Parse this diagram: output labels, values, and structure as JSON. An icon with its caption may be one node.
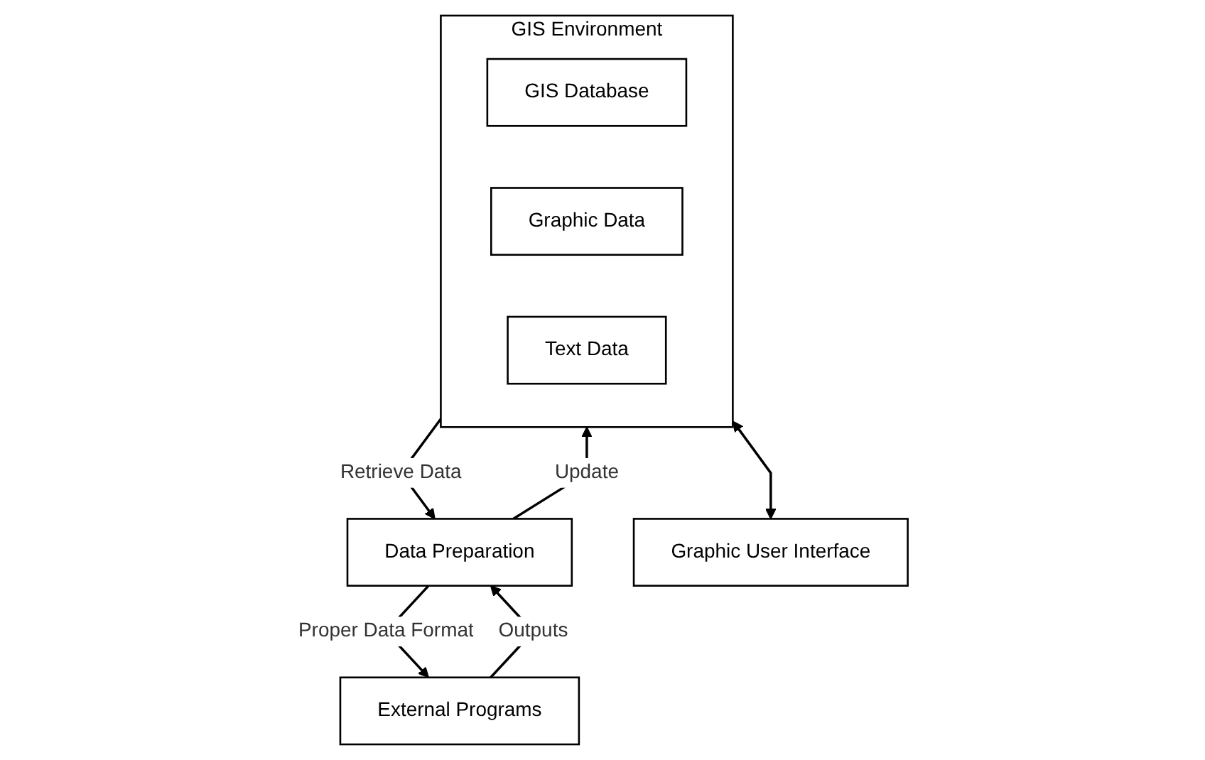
{
  "diagram": {
    "nodes": [
      {
        "text": [
          "External Programs"
        ]
      },
      {
        "text": [
          "Data Preparation"
        ]
      },
      {
        "text": [
          "GIS Environment"
        ]
      },
      {
        "text": [
          "GIS Database"
        ],
        "in": 2
      },
      {
        "text": [
          "Graphic Data"
        ],
        "in": 2
      },
      {
        "text": [
          "Text Data"
        ],
        "in": 2
      },
      {
        "text": [
          "Graphic User Interface"
        ]
      }
    ],
    "edges": [
      {
        "from": 1,
        "to": 0,
        "arrow": "to",
        "label": "Proper Data Format"
      },
      {
        "from": 0,
        "to": 1,
        "arrow": "to",
        "label": "Outputs"
      },
      {
        "from": 2,
        "to": 1,
        "arrow": "to",
        "label": "Retrieve Data"
      },
      {
        "from": 1,
        "to": 2,
        "arrow": "to",
        "label": "Update"
      },
      {
        "from": 2,
        "to": 6,
        "arrow": "both"
      }
    ]
  }
}
